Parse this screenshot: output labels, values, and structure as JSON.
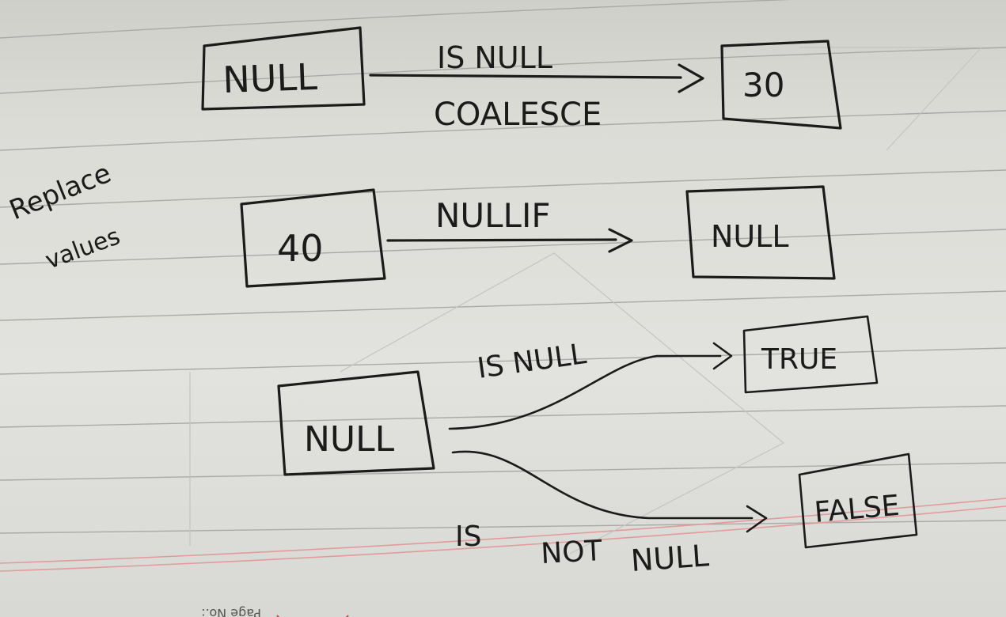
{
  "side_note": {
    "line1": "Replace",
    "line2": "values"
  },
  "rows": [
    {
      "input": "NULL",
      "function_top": "IS NULL",
      "function_bottom": "COALESCE",
      "output": "30"
    },
    {
      "input": "40",
      "function_top": "NULLIF",
      "output": "NULL"
    }
  ],
  "branch": {
    "input": "NULL",
    "upper": {
      "label": "IS NULL",
      "output": "TRUE"
    },
    "lower": {
      "label_part1": "IS",
      "label_part2": "NOT",
      "label_part3": "NULL",
      "output": "FALSE"
    }
  },
  "footer": {
    "page_label": "Page No.:"
  },
  "colors": {
    "ink": "#1b1b1b",
    "paper": "#dcdcd7",
    "rule": "#a9a9a6",
    "margin": "#e39a9a"
  }
}
